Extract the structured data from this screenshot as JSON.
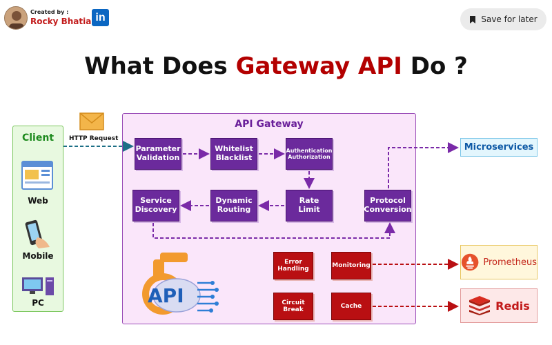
{
  "header": {
    "created_by": "Created by :",
    "author": "Rocky Bhatia",
    "linkedin": "in",
    "save_label": "Save for later"
  },
  "title": {
    "pre": "What Does ",
    "highlight": "Gateway API",
    "post": " Do ?"
  },
  "client": {
    "title": "Client",
    "items": [
      {
        "label": "Web",
        "icon": "web-browser-icon"
      },
      {
        "label": "Mobile",
        "icon": "mobile-phone-icon"
      },
      {
        "label": "PC",
        "icon": "desktop-computer-icon"
      }
    ]
  },
  "http_request": "HTTP Request",
  "gateway": {
    "title": "API Gateway",
    "parameter_validation": "Parameter Validation",
    "whitelist_blacklist": "Whitelist Blacklist",
    "authentication": "Authentication Authorization",
    "rate_limit": "Rate Limit",
    "dynamic_routing": "Dynamic Routing",
    "service_discovery": "Service Discovery",
    "protocol_conversion": "Protocol Conversion",
    "error_handling": "Error Handling",
    "monitoring": "Monitoring",
    "circuit_break": "Circuit Break",
    "cache": "Cache",
    "logo_text": "API"
  },
  "targets": {
    "microservices": "Microservices",
    "prometheus": "Prometheus",
    "redis": "Redis"
  },
  "colors": {
    "accent_red": "#b30000",
    "purple_box": "#6b2a9c",
    "red_box": "#b90f12",
    "gateway_bg": "#fae6fa",
    "client_bg": "#e8f9e0"
  }
}
